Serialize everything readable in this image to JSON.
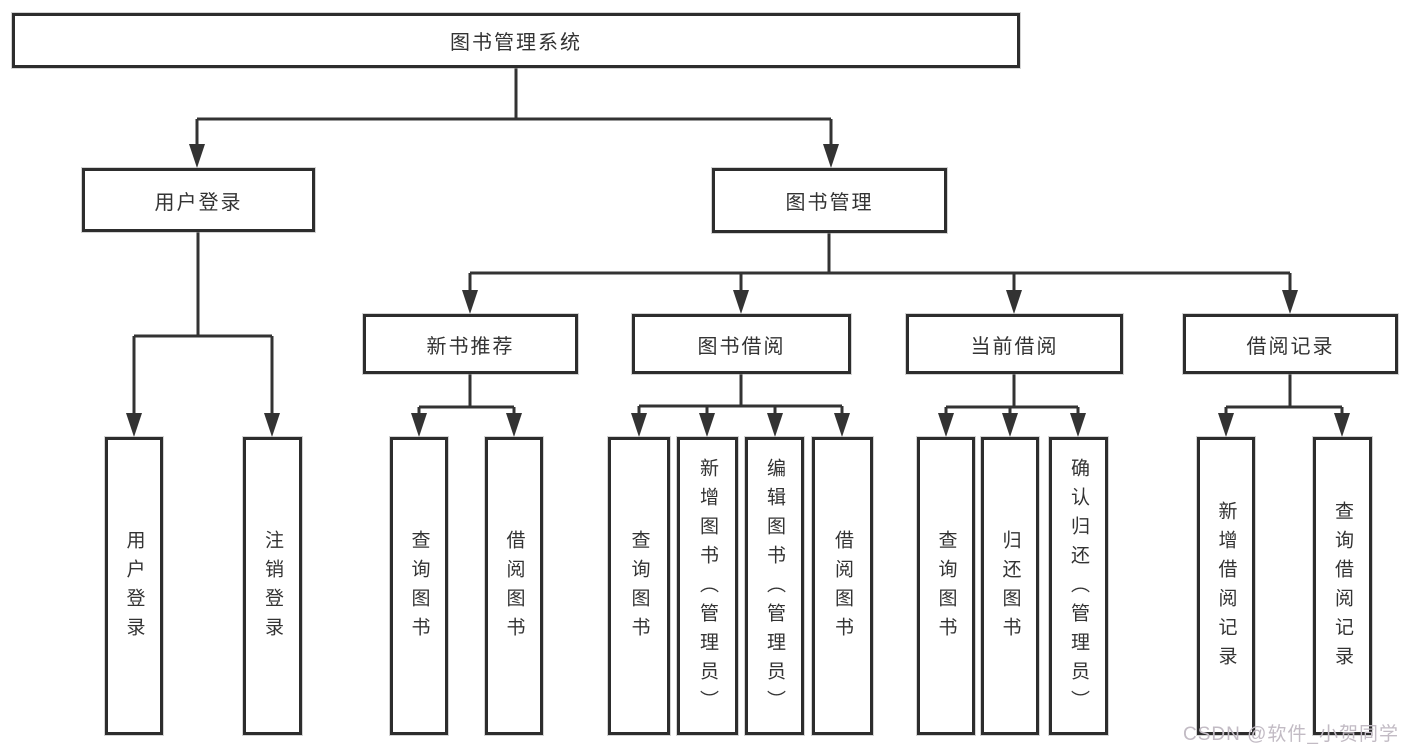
{
  "tree": {
    "root": {
      "label": "图书管理系统"
    },
    "login": {
      "label": "用户登录",
      "children": [
        {
          "label": "用户登录"
        },
        {
          "label": "注销登录"
        }
      ]
    },
    "management": {
      "label": "图书管理",
      "groups": [
        {
          "label": "新书推荐",
          "children": [
            {
              "label": "查询图书"
            },
            {
              "label": "借阅图书"
            }
          ]
        },
        {
          "label": "图书借阅",
          "children": [
            {
              "label": "查询图书"
            },
            {
              "label": "新增图书（管理员）"
            },
            {
              "label": "编辑图书（管理员）"
            },
            {
              "label": "借阅图书"
            }
          ]
        },
        {
          "label": "当前借阅",
          "children": [
            {
              "label": "查询图书"
            },
            {
              "label": "归还图书"
            },
            {
              "label": "确认归还（管理员）"
            }
          ]
        },
        {
          "label": "借阅记录",
          "children": [
            {
              "label": "新增借阅记录"
            },
            {
              "label": "查询借阅记录"
            }
          ]
        }
      ]
    }
  },
  "watermark": {
    "text": "CSDN @软件_小贺同学"
  },
  "colors": {
    "line": "#333333",
    "border": "#2d2d2d",
    "text": "#333333",
    "watermark": "#c2bbc4",
    "background": "#ffffff"
  }
}
